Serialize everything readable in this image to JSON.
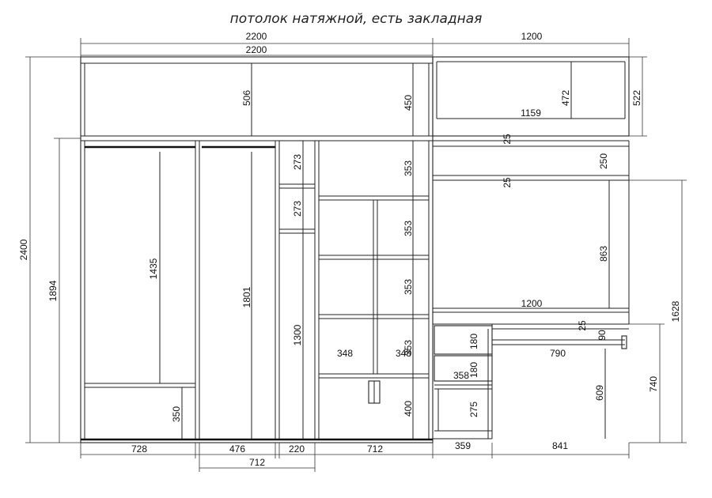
{
  "title": "потолок натяжной, есть закладная",
  "dimensions": {
    "top_left_width": "2200",
    "top_left_width_inner": "2200",
    "top_right_width": "1200",
    "total_height": "2400",
    "left_height": "1894",
    "mezz_left_h": "506",
    "mezz_mid_h": "450",
    "mezz_right_inner_w": "1159",
    "mezz_right_h": "472",
    "mezz_right_outer_h": "522",
    "gap_top_right": "25",
    "shelf_right_h": "250",
    "gap_mid_right": "25",
    "right_big_h": "863",
    "right_full_h": "1628",
    "desk_w": "1200",
    "desk_gap": "25",
    "desk_top_h": "90",
    "desk_span": "790",
    "desk_leg_h": "609",
    "desk_total_h": "740",
    "left_hang_h": "1435",
    "left_bottom_h": "350",
    "mid_hang_h": "1801",
    "narrow_273a": "273",
    "narrow_273b": "273",
    "narrow_1300": "1300",
    "grid_353a": "353",
    "grid_353b": "353",
    "grid_353c": "353",
    "grid_353d": "353",
    "grid_348a": "348",
    "grid_348b": "348",
    "grid_400": "400",
    "drawer_180a": "180",
    "drawer_180b": "180",
    "drawer_358": "358",
    "drawer_275": "275",
    "bottom_728": "728",
    "bottom_476": "476",
    "bottom_220": "220",
    "bottom_712a": "712",
    "bottom_712b": "712",
    "bottom_359": "359",
    "bottom_841": "841"
  },
  "colors": {
    "line": "#222222",
    "background": "#ffffff"
  }
}
